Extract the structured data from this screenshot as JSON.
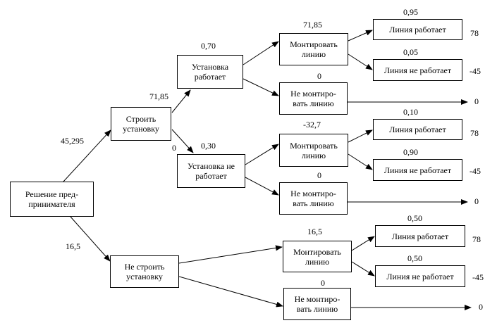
{
  "nodes": {
    "root": "Решение пред-\nпринимателя",
    "build": "Строить\nустановку",
    "no_build": "Не строить\nустановку",
    "works": "Установка\nработает",
    "not_works": "Установка не\nработает",
    "w_mount": "Монтировать\nлинию",
    "w_no_mount": "Не монтиро-\nвать линию",
    "nw_mount": "Монтировать\nлинию",
    "nw_no_mount": "Не монтиро-\nвать линию",
    "nb_mount": "Монтировать\nлинию",
    "nb_no_mount": "Не монтиро-\nвать линию",
    "w_m_ok": "Линия работает",
    "w_m_fail": "Линия не работает",
    "nw_m_ok": "Линия работает",
    "nw_m_fail": "Линия не работает",
    "nb_m_ok": "Линия работает",
    "nb_m_fail": "Линия не работает"
  },
  "labels": {
    "root_build": "45,295",
    "root_no_build": "16,5",
    "build_value": "71,85",
    "build_zero": "0",
    "p_works": "0,70",
    "p_not_works": "0,30",
    "w_mount_value": "71,85",
    "w_no_mount_value": "0",
    "nw_mount_value": "-32,7",
    "nw_no_mount_value": "0",
    "nb_mount_value": "16,5",
    "nb_no_mount_value": "0",
    "p1_ok": "0,95",
    "p1_fail": "0,05",
    "p2_ok": "0,10",
    "p2_fail": "0,90",
    "p3_ok": "0,50",
    "p3_fail": "0,50"
  },
  "payoffs": {
    "w_m_ok": "78",
    "w_m_fail": "-45",
    "w_no_mount": "0",
    "nw_m_ok": "78",
    "nw_m_fail": "-45",
    "nw_no_mount": "0",
    "nb_m_ok": "78",
    "nb_m_fail": "-45",
    "nb_no_mount": "0"
  }
}
